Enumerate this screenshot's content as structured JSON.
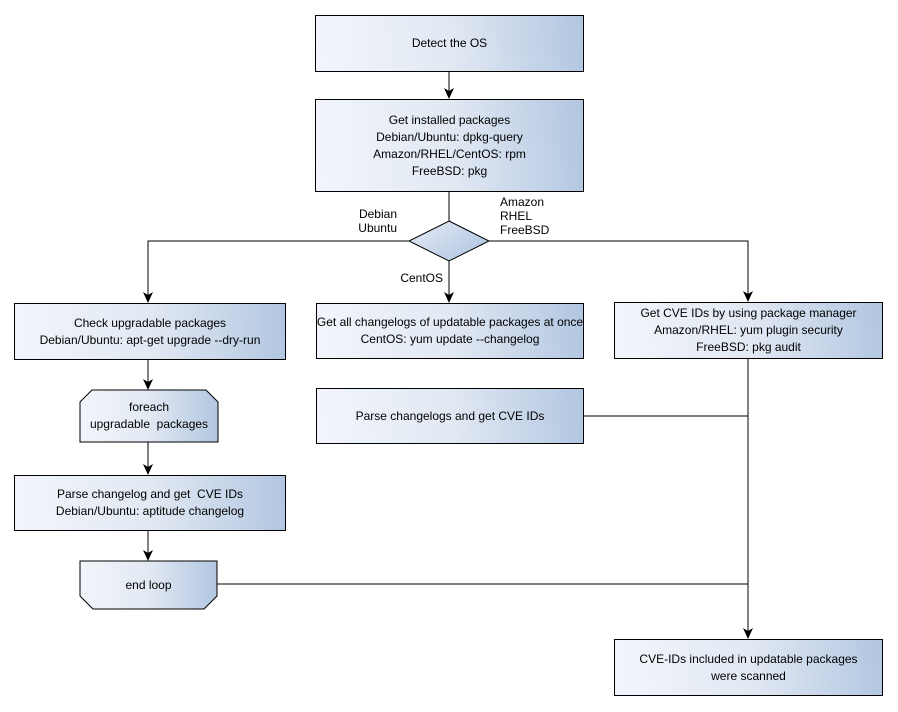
{
  "colors": {
    "background": "#ffffff",
    "node_fill_light": "#f2f5fb",
    "node_fill_dark": "#b2c6e1",
    "node_stroke": "#000000",
    "connector": "#000000",
    "text": "#000000"
  },
  "nodes": {
    "detect_os": {
      "label": "Detect the OS"
    },
    "get_installed_packages": {
      "label": "Get installed packages\nDebian/Ubuntu: dpkg-query\nAmazon/RHEL/CentOS: rpm\nFreeBSD: pkg"
    },
    "check_upgradable": {
      "label": "Check upgradable packages\nDebian/Ubuntu: apt-get upgrade --dry-run"
    },
    "foreach_loop": {
      "label": "foreach\nupgradable  packages"
    },
    "parse_changelog_debian": {
      "label": "Parse changelog and get  CVE IDs\nDebian/Ubuntu: aptitude changelog"
    },
    "end_loop": {
      "label": "end loop"
    },
    "get_all_changelogs": {
      "label": "Get all changelogs of updatable packages at once\nCentOS: yum update --changelog"
    },
    "parse_changelogs": {
      "label": "Parse changelogs and get CVE IDs"
    },
    "get_cve_ids_pkg_manager": {
      "label": "Get CVE IDs by using package manager\nAmazon/RHEL: yum plugin security\nFreeBSD: pkg audit"
    },
    "result_scanned": {
      "label": "CVE-IDs included in updatable packages\nwere scanned"
    }
  },
  "edge_labels": {
    "debian_ubuntu": "Debian\nUbuntu",
    "amazon_rhel_freebsd": "Amazon\nRHEL\nFreeBSD",
    "centos": "CentOS"
  }
}
